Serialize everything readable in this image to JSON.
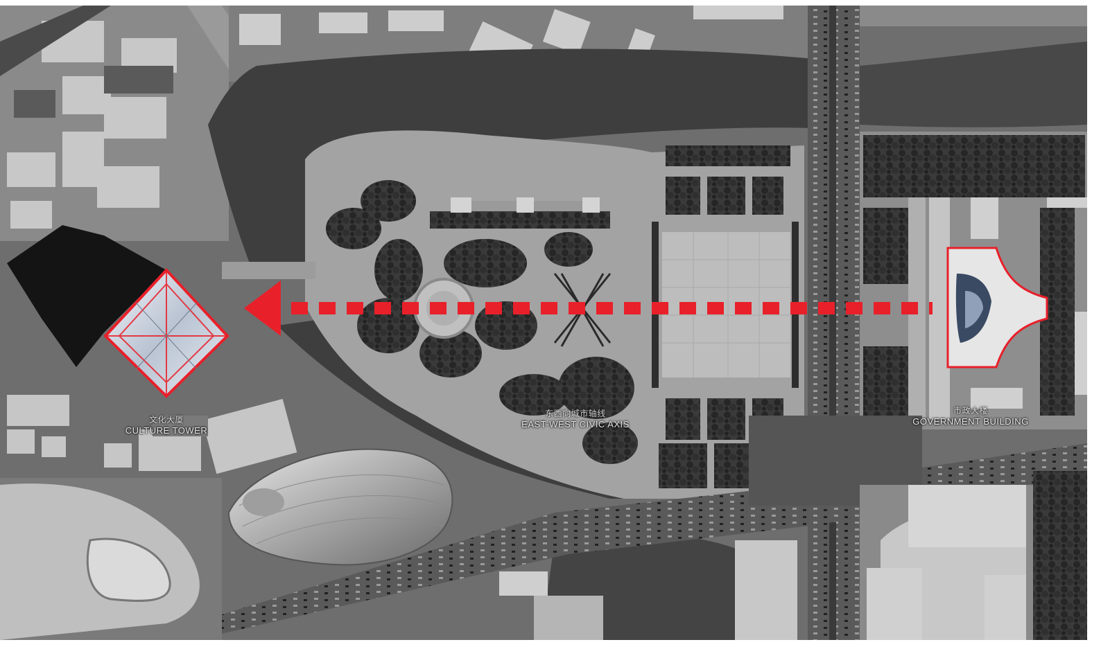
{
  "labels": {
    "culture_tower": {
      "cn": "文化大厦",
      "en": "CULTURE TOWER"
    },
    "civic_axis": {
      "cn": "东西向城市轴线",
      "en": "EAST-WEST CIVIC AXIS"
    },
    "government_building": {
      "cn": "市政大楼",
      "en": "GOVERNMENT BUILDING"
    }
  },
  "colors": {
    "axis_red": "#e8202a",
    "background": "#ffffff",
    "water": "#3a3a3a",
    "ground": "#8c8c8c",
    "trees": "#2b2b2b",
    "buildings": "#cfcfcf"
  },
  "icons": {
    "axis_arrow": "dashed-arrow-left",
    "tower_footprint": "diamond-outline",
    "government_footprint": "flared-plan-outline"
  }
}
